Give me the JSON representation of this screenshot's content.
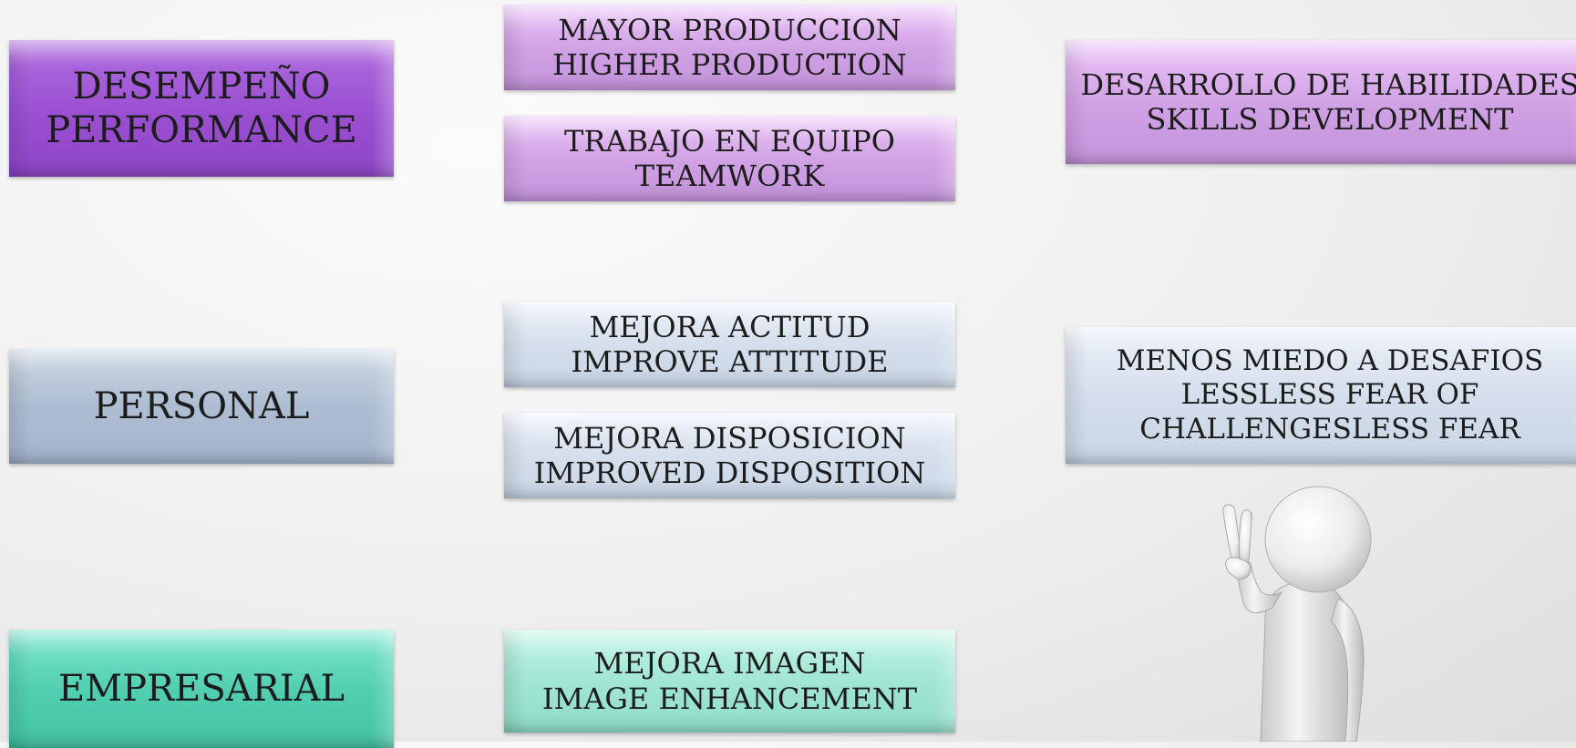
{
  "categories": {
    "performance": {
      "lines": [
        "DESEMPEÑO",
        "PERFORMANCE"
      ],
      "color": "#9a4fd0"
    },
    "personal": {
      "lines": [
        "PERSONAL"
      ],
      "color": "#aebdd2"
    },
    "empresarial": {
      "lines": [
        "EMPRESARIAL"
      ],
      "color": "#52cfb1"
    }
  },
  "items": {
    "production": {
      "lines": [
        "MAYOR PRODUCCION",
        "HIGHER PRODUCTION"
      ]
    },
    "teamwork": {
      "lines": [
        "TRABAJO EN EQUIPO",
        "TEAMWORK"
      ]
    },
    "attitude": {
      "lines": [
        "MEJORA ACTITUD",
        "IMPROVE ATTITUDE"
      ]
    },
    "disposition": {
      "lines": [
        "MEJORA DISPOSICION",
        "IMPROVED DISPOSITION"
      ]
    },
    "image": {
      "lines": [
        "MEJORA IMAGEN",
        "IMAGE ENHANCEMENT"
      ]
    }
  },
  "outcomes": {
    "skills": {
      "lines": [
        "DESARROLLO DE HABILIDADES",
        "SKILLS DEVELOPMENT"
      ]
    },
    "fear": {
      "lines": [
        "MENOS MIEDO A DESAFIOS",
        "LESSLESS FEAR OF",
        "CHALLENGESLESS FEAR"
      ]
    }
  },
  "illustration": {
    "icon": "peace-sign-figure-icon"
  }
}
